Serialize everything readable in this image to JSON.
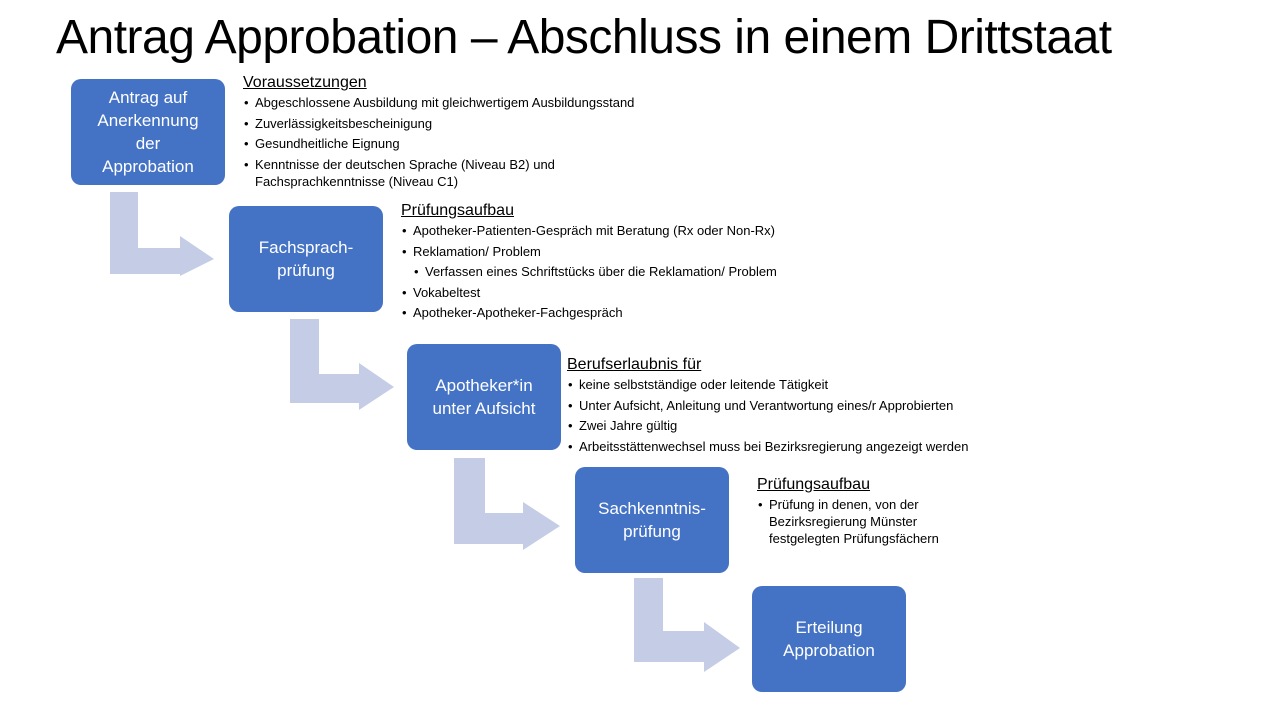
{
  "title": "Antrag Approbation – Abschluss in einem Drittstaat",
  "colors": {
    "step_box": "#4472c4",
    "arrow": "#c5cde6",
    "text": "#000000"
  },
  "steps": [
    {
      "label": "Antrag auf\nAnerkennung\nder\nApprobation"
    },
    {
      "label": "Fachsprach-\nprüfung"
    },
    {
      "label": "Apotheker*in\nunter Aufsicht"
    },
    {
      "label": "Sachkenntnis-\nprüfung"
    },
    {
      "label": "Erteilung\nApprobation"
    }
  ],
  "panels": [
    {
      "heading": "Voraussetzungen",
      "items": [
        {
          "text": "Abgeschlossene Ausbildung mit gleichwertigem Ausbildungsstand"
        },
        {
          "text": "Zuverlässigkeitsbescheinigung"
        },
        {
          "text": "Gesundheitliche Eignung"
        },
        {
          "text": "Kenntnisse der deutschen Sprache (Niveau B2) und\nFachsprachkenntnisse (Niveau C1)"
        }
      ]
    },
    {
      "heading": "Prüfungsaufbau",
      "items": [
        {
          "text": "Apotheker-Patienten-Gespräch  mit Beratung (Rx oder Non-Rx)"
        },
        {
          "text": "Reklamation/ Problem"
        },
        {
          "text": "Verfassen eines Schriftstücks über die Reklamation/ Problem",
          "sub": true
        },
        {
          "text": "Vokabeltest"
        },
        {
          "text": "Apotheker-Apotheker-Fachgespräch"
        }
      ]
    },
    {
      "heading": "Berufserlaubnis für",
      "items": [
        {
          "text": "keine selbstständige oder leitende Tätigkeit"
        },
        {
          "text": "Unter Aufsicht, Anleitung und Verantwortung  eines/r Approbierten"
        },
        {
          "text": "Zwei Jahre gültig"
        },
        {
          "text": "Arbeitsstättenwechsel muss bei Bezirksregierung angezeigt werden"
        }
      ]
    },
    {
      "heading": "Prüfungsaufbau",
      "items": [
        {
          "text": "Prüfung  in denen, von der\nBezirksregierung Münster\nfestgelegten Prüfungsfächern"
        }
      ]
    }
  ]
}
